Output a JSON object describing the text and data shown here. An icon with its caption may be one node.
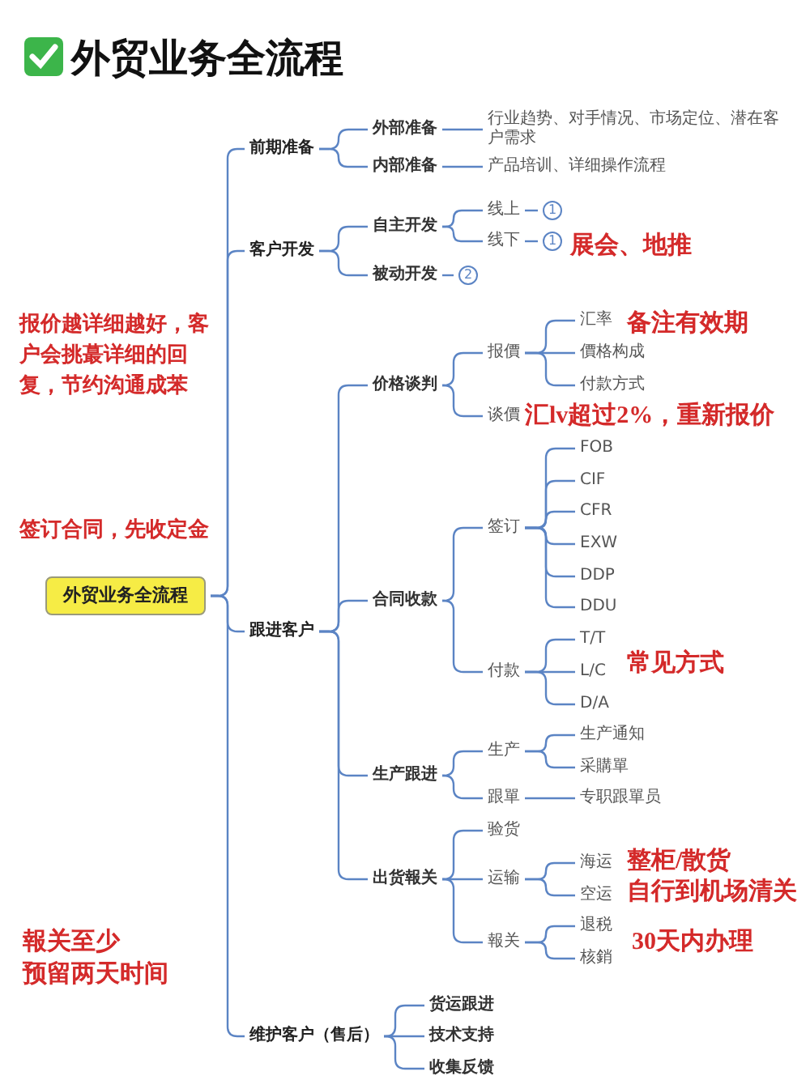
{
  "diagram": {
    "title": "外贸业务全流程",
    "nodes": [
      {
        "text": [
          "外贸业务全流程"
        ]
      },
      {
        "text": [
          "前期准备"
        ]
      },
      {
        "text": [
          "外部准备"
        ]
      },
      {
        "text": [
          "行业趋势、对手情况、市场定位、潜在客户需求"
        ]
      },
      {
        "text": [
          "内部准备"
        ]
      },
      {
        "text": [
          "产品培训、详细操作流程"
        ]
      },
      {
        "text": [
          "客户开发"
        ]
      },
      {
        "text": [
          "自主开发"
        ]
      },
      {
        "text": [
          "线上"
        ]
      },
      {
        "text": [
          "1"
        ]
      },
      {
        "text": [
          "线下"
        ]
      },
      {
        "text": [
          "1"
        ]
      },
      {
        "text": [
          "被动开发"
        ]
      },
      {
        "text": [
          "2"
        ]
      },
      {
        "text": [
          "跟进客户"
        ]
      },
      {
        "text": [
          "价格谈判"
        ]
      },
      {
        "text": [
          "报價"
        ]
      },
      {
        "text": [
          "汇率"
        ]
      },
      {
        "text": [
          "價格构成"
        ]
      },
      {
        "text": [
          "付款方式"
        ]
      },
      {
        "text": [
          "谈價"
        ]
      },
      {
        "text": [
          "合同收款"
        ]
      },
      {
        "text": [
          "签订"
        ]
      },
      {
        "text": [
          "FOB"
        ]
      },
      {
        "text": [
          "CIF"
        ]
      },
      {
        "text": [
          "CFR"
        ]
      },
      {
        "text": [
          "EXW"
        ]
      },
      {
        "text": [
          "DDP"
        ]
      },
      {
        "text": [
          "DDU"
        ]
      },
      {
        "text": [
          "付款"
        ]
      },
      {
        "text": [
          "T/T"
        ]
      },
      {
        "text": [
          "L/C"
        ]
      },
      {
        "text": [
          "D/A"
        ]
      },
      {
        "text": [
          "生产跟进"
        ]
      },
      {
        "text": [
          "生产"
        ]
      },
      {
        "text": [
          "生产通知"
        ]
      },
      {
        "text": [
          "采購單"
        ]
      },
      {
        "text": [
          "跟單"
        ]
      },
      {
        "text": [
          "专职跟單员"
        ]
      },
      {
        "text": [
          "出货報关"
        ]
      },
      {
        "text": [
          "验货"
        ]
      },
      {
        "text": [
          "运输"
        ]
      },
      {
        "text": [
          "海运"
        ]
      },
      {
        "text": [
          "空运"
        ]
      },
      {
        "text": [
          "報关"
        ]
      },
      {
        "text": [
          "退税"
        ]
      },
      {
        "text": [
          "核銷"
        ]
      },
      {
        "text": [
          "维护客户（售后）"
        ]
      },
      {
        "text": [
          "货运跟进"
        ]
      },
      {
        "text": [
          "技术支持"
        ]
      },
      {
        "text": [
          "收集反馈"
        ]
      }
    ],
    "edges": [
      {
        "from": 0,
        "to": 1,
        "arrow": "none"
      },
      {
        "from": 1,
        "to": 2,
        "arrow": "none"
      },
      {
        "from": 2,
        "to": 3,
        "arrow": "none"
      },
      {
        "from": 1,
        "to": 4,
        "arrow": "none"
      },
      {
        "from": 4,
        "to": 5,
        "arrow": "none"
      },
      {
        "from": 0,
        "to": 6,
        "arrow": "none"
      },
      {
        "from": 6,
        "to": 7,
        "arrow": "none"
      },
      {
        "from": 7,
        "to": 8,
        "arrow": "none"
      },
      {
        "from": 8,
        "to": 9,
        "arrow": "none"
      },
      {
        "from": 7,
        "to": 10,
        "arrow": "none"
      },
      {
        "from": 10,
        "to": 11,
        "arrow": "none"
      },
      {
        "from": 6,
        "to": 12,
        "arrow": "none"
      },
      {
        "from": 12,
        "to": 13,
        "arrow": "none"
      },
      {
        "from": 0,
        "to": 14,
        "arrow": "none"
      },
      {
        "from": 14,
        "to": 15,
        "arrow": "none"
      },
      {
        "from": 15,
        "to": 16,
        "arrow": "none"
      },
      {
        "from": 16,
        "to": 17,
        "arrow": "none"
      },
      {
        "from": 16,
        "to": 18,
        "arrow": "none"
      },
      {
        "from": 16,
        "to": 19,
        "arrow": "none"
      },
      {
        "from": 15,
        "to": 20,
        "arrow": "none"
      },
      {
        "from": 14,
        "to": 21,
        "arrow": "none"
      },
      {
        "from": 21,
        "to": 22,
        "arrow": "none"
      },
      {
        "from": 22,
        "to": 23,
        "arrow": "none"
      },
      {
        "from": 22,
        "to": 24,
        "arrow": "none"
      },
      {
        "from": 22,
        "to": 25,
        "arrow": "none"
      },
      {
        "from": 22,
        "to": 26,
        "arrow": "none"
      },
      {
        "from": 22,
        "to": 27,
        "arrow": "none"
      },
      {
        "from": 22,
        "to": 28,
        "arrow": "none"
      },
      {
        "from": 21,
        "to": 29,
        "arrow": "none"
      },
      {
        "from": 29,
        "to": 30,
        "arrow": "none"
      },
      {
        "from": 29,
        "to": 31,
        "arrow": "none"
      },
      {
        "from": 29,
        "to": 32,
        "arrow": "none"
      },
      {
        "from": 14,
        "to": 33,
        "arrow": "none"
      },
      {
        "from": 33,
        "to": 34,
        "arrow": "none"
      },
      {
        "from": 34,
        "to": 35,
        "arrow": "none"
      },
      {
        "from": 34,
        "to": 36,
        "arrow": "none"
      },
      {
        "from": 33,
        "to": 37,
        "arrow": "none"
      },
      {
        "from": 37,
        "to": 38,
        "arrow": "none"
      },
      {
        "from": 14,
        "to": 39,
        "arrow": "none"
      },
      {
        "from": 39,
        "to": 40,
        "arrow": "none"
      },
      {
        "from": 39,
        "to": 41,
        "arrow": "none"
      },
      {
        "from": 41,
        "to": 42,
        "arrow": "none"
      },
      {
        "from": 41,
        "to": 43,
        "arrow": "none"
      },
      {
        "from": 39,
        "to": 44,
        "arrow": "none"
      },
      {
        "from": 44,
        "to": 45,
        "arrow": "none"
      },
      {
        "from": 44,
        "to": 46,
        "arrow": "none"
      },
      {
        "from": 0,
        "to": 47,
        "arrow": "none"
      },
      {
        "from": 47,
        "to": 48,
        "arrow": "none"
      },
      {
        "from": 47,
        "to": 49,
        "arrow": "none"
      },
      {
        "from": 47,
        "to": 50,
        "arrow": "none"
      }
    ],
    "labels": [
      "展会、地推",
      "备注有效期",
      "报价越详细越好，客户会挑蕞详细的回复，节约沟通成苯",
      "汇lv超过2%，重新报价",
      "签订合同，先收定金",
      "常见方式",
      "整柜/散货",
      "自行到机场清关",
      "30天内办理",
      "報关至少",
      "预留两天时间"
    ]
  }
}
